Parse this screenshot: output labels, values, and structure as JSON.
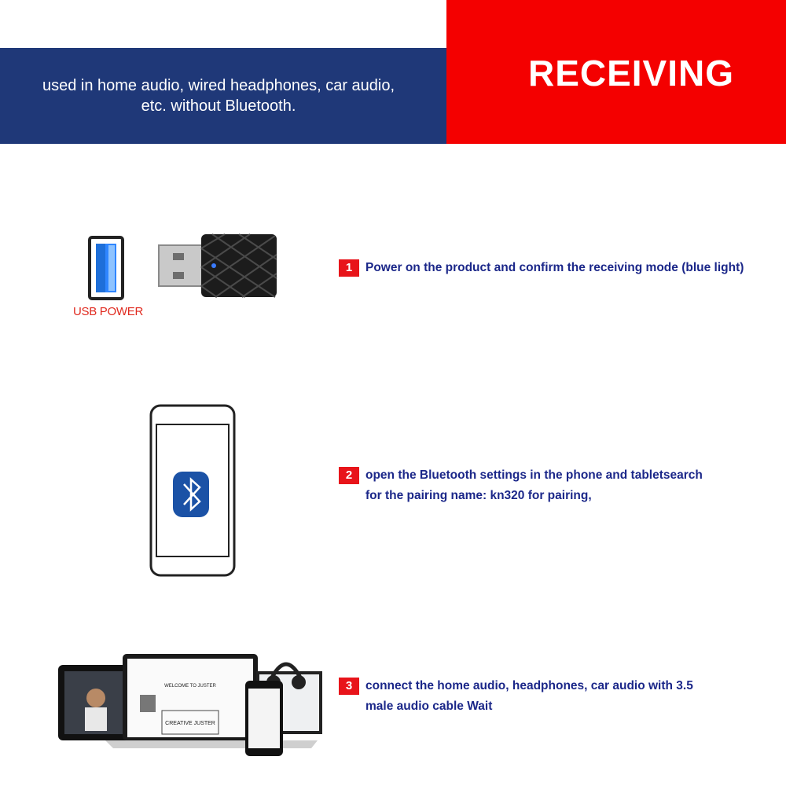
{
  "header": {
    "subtitle_line1": "used in home audio, wired headphones, car audio,",
    "subtitle_line2": "etc. without Bluetooth.",
    "title": "RECEIVING",
    "colors": {
      "blue": "#1f3878",
      "red": "#f40000"
    }
  },
  "usb_label": "USB POWER",
  "steps": [
    {
      "number": "1",
      "text": "Power on the product and confirm the receiving mode (blue light)"
    },
    {
      "number": "2",
      "text": "open the Bluetooth settings in the phone and tabletsearch for the pairing name: kn320 for pairing,"
    },
    {
      "number": "3",
      "text": "connect the home audio, headphones, car audio with 3.5 male audio cable Wait"
    }
  ],
  "devices": {
    "laptop_headline": "WELCOME TO JUSTER",
    "laptop_brand": "CREATIVE JUSTER"
  },
  "icons": [
    "usb-port-icon",
    "usb-dongle-icon",
    "phone-icon",
    "bluetooth-icon",
    "devices-illustration"
  ]
}
